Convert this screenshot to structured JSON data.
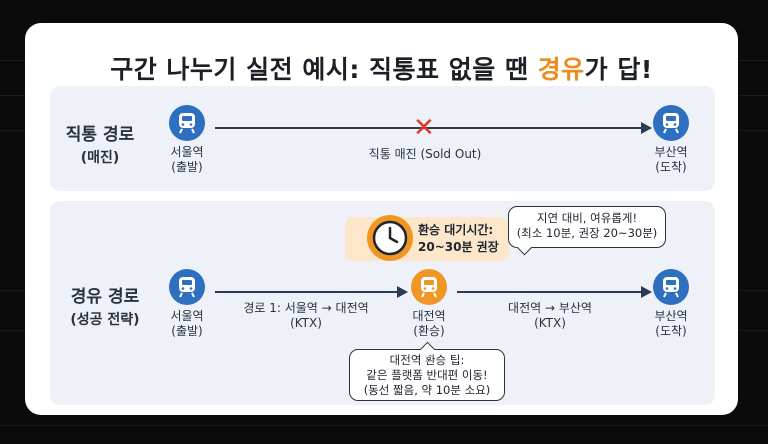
{
  "title": {
    "prefix": "구간 나누기 실전 예시: 직통표 없을 땐 ",
    "accent": "경유",
    "suffix": "가 답!"
  },
  "direct_route": {
    "label_main": "직통 경로",
    "label_sub": "(매진)",
    "origin": {
      "name": "서울역",
      "role": "(출발)"
    },
    "destination": {
      "name": "부산역",
      "role": "(도착)"
    },
    "status": "직통 매진 (Sold Out)"
  },
  "transfer_route": {
    "label_main": "경유 경로",
    "label_sub": "(성공 전략)",
    "origin": {
      "name": "서울역",
      "role": "(출발)"
    },
    "transfer": {
      "name": "대전역",
      "role": "(환승)"
    },
    "destination": {
      "name": "부산역",
      "role": "(도착)"
    },
    "leg1": {
      "text": "경로 1: 서울역 → 대전역",
      "train": "(KTX)"
    },
    "leg2": {
      "text": "대전역 → 부산역",
      "train": "(KTX)"
    },
    "wait": {
      "line1": "환승 대기시간:",
      "line2": "20~30분 권장"
    },
    "delay_tip": {
      "line1": "지연 대비, 여유롭게!",
      "line2": "(최소 10분, 권장 20~30분)"
    },
    "platform_tip": {
      "line1": "대전역 환승 팁:",
      "line2": "같은 플랫폼 반대편 이동!",
      "line3": "(동선 짧음, 약 10분 소요)"
    }
  },
  "colors": {
    "station_blue": "#2e6fc0",
    "transfer_orange": "#f09624",
    "accent_orange": "#ee8a1e",
    "sold_out_red": "#d93a2b"
  },
  "icons": [
    "train-icon",
    "clock-icon",
    "close-icon"
  ]
}
